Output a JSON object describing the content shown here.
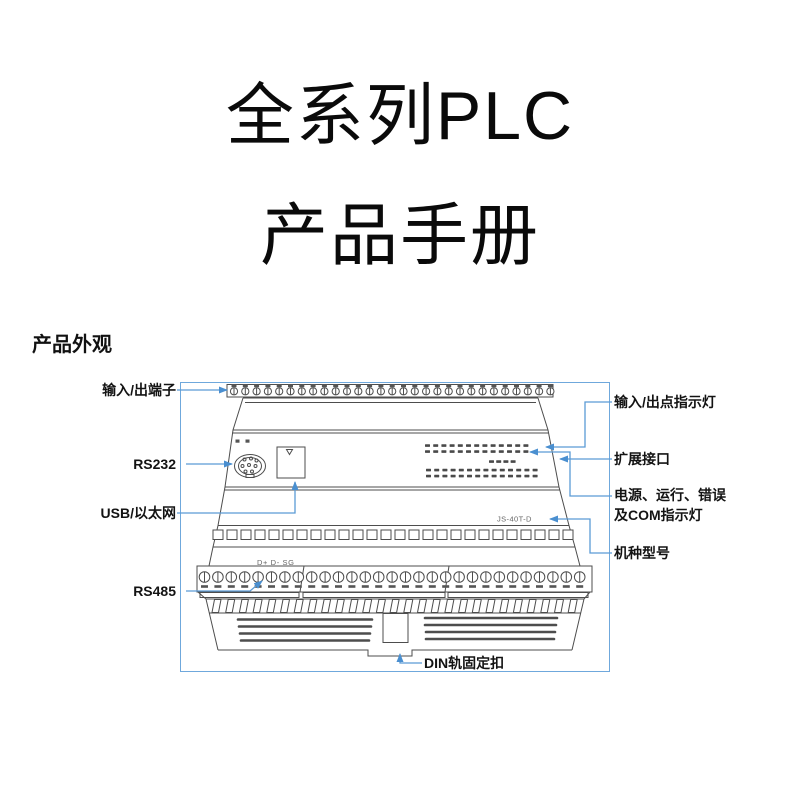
{
  "title": {
    "line1": "全系列PLC",
    "line2": "产品手册"
  },
  "section_heading": "产品外观",
  "labels": {
    "io_terminals": "输入/出端子",
    "rs232": "RS232",
    "usb": "USB/以太网",
    "rs485": "RS485",
    "io_leds": "输入/出点指示灯",
    "expansion": "扩展接口",
    "power_line1": "电源、运行、错误",
    "power_line2": "及COM指示灯",
    "model": "机种型号",
    "din": "DIN轨固定扣"
  },
  "device": {
    "model": "JS-40T-D",
    "rs485_header": "D+ D- SG"
  },
  "colors": {
    "callout_line": "#5b9bd5",
    "arrow": "#4a8fd0",
    "frame_border": "#6fa8dc",
    "drawing_line": "#4d4d4d",
    "small_text": "#666666"
  }
}
